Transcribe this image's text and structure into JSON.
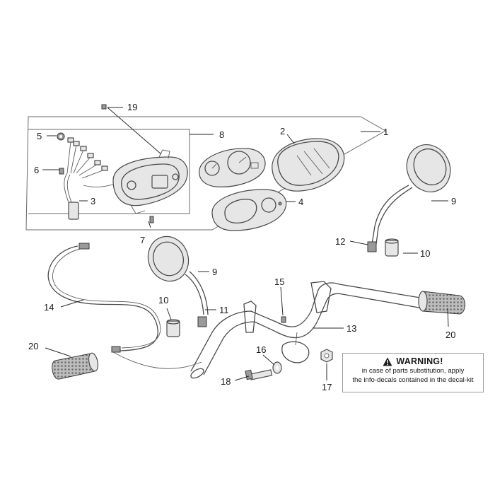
{
  "diagram": {
    "callouts": [
      "19",
      "8",
      "1",
      "2",
      "5",
      "6",
      "3",
      "4",
      "7",
      "9",
      "12",
      "10",
      "14",
      "9",
      "10",
      "11",
      "15",
      "13",
      "20",
      "20",
      "16",
      "18",
      "17"
    ]
  },
  "warning": {
    "title": "WARNING!",
    "line1": "in case of parts substitution, apply",
    "line2": "the info-decals contained in the decal-kit",
    "icon": "warning-triangle-icon"
  }
}
